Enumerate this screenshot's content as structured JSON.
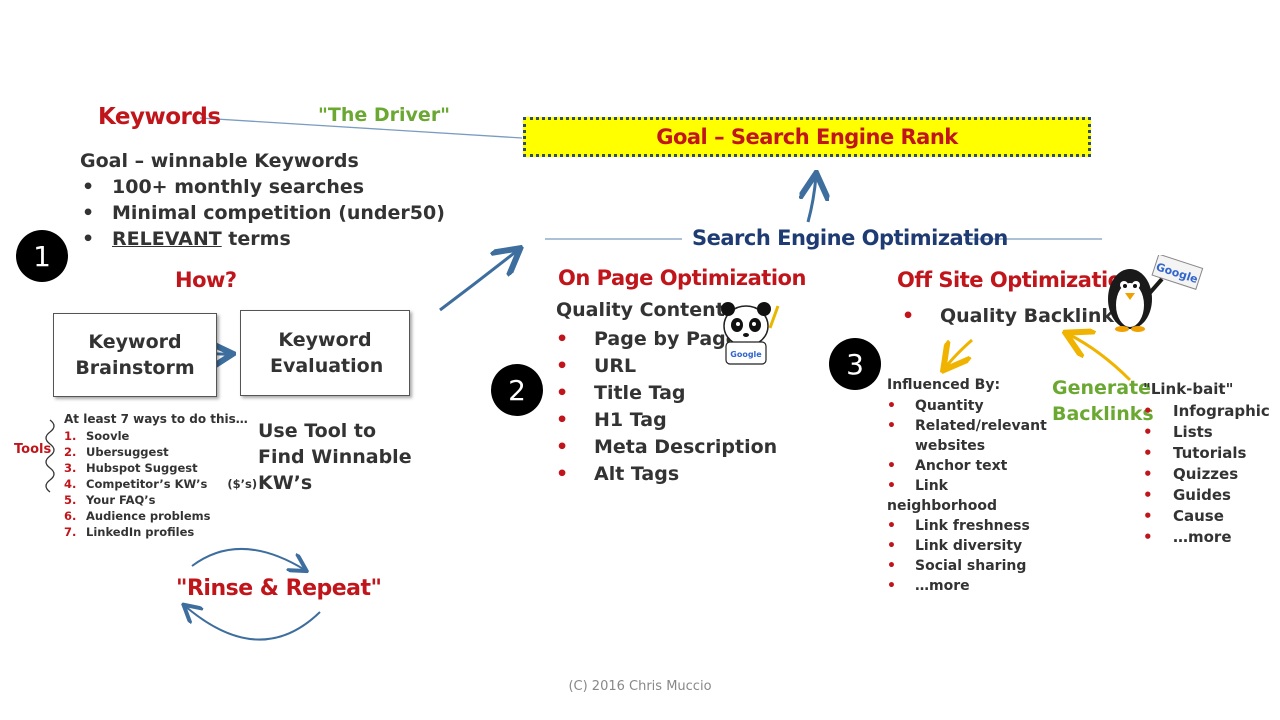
{
  "keywords": {
    "title": "Keywords",
    "driver": "\"The Driver\"",
    "goal_line": "Goal – winnable Keywords",
    "bullets": [
      "100+ monthly searches",
      "Minimal competition (under50)"
    ],
    "relevant_word": "RELEVANT",
    "relevant_rest": " terms",
    "how": "How?",
    "box_brainstorm": "Keyword Brainstorm",
    "box_evaluation": "Keyword Evaluation",
    "ways_header": "At least 7 ways to do this…",
    "tools_label": "Tools",
    "tools": [
      {
        "num": "1.",
        "text": "Soovle"
      },
      {
        "num": "2.",
        "text": "Ubersuggest"
      },
      {
        "num": "3.",
        "text": "Hubspot Suggest"
      },
      {
        "num": "4.",
        "text": "Competitor’s KW’s     ($’s)"
      },
      {
        "num": "5.",
        "text": "Your FAQ’s"
      },
      {
        "num": "6.",
        "text": "Audience problems"
      },
      {
        "num": "7.",
        "text": "LinkedIn profiles"
      }
    ],
    "use_tool": "Use Tool to Find Winnable KW’s",
    "rinse": "\"Rinse & Repeat\""
  },
  "goal_box": "Goal – Search Engine Rank",
  "seo": "Search Engine Optimization",
  "onpage": {
    "title": "On Page Optimization",
    "quality": "Quality Content",
    "items": [
      "Page by Page",
      "URL",
      "Title Tag",
      "H1 Tag",
      "Meta Description",
      "Alt Tags"
    ]
  },
  "offsite": {
    "title": "Off Site Optimization",
    "quality": "Quality Backlinks",
    "influenced": "Influenced By:",
    "influence_items": [
      "Quantity",
      "Related/relevant websites",
      "Anchor text",
      "Link neighborhood",
      "Link freshness",
      "Link diversity",
      "Social sharing",
      "…more"
    ],
    "generate": "Generate Backlinks",
    "linkbait": "\"Link-bait\"",
    "linkbait_items": [
      "Infographic",
      "Lists",
      "Tutorials",
      "Quizzes",
      "Guides",
      "Cause",
      "…more"
    ]
  },
  "badges": [
    "1",
    "2",
    "3"
  ],
  "google_label": "Google",
  "footer": "(C) 2016 Chris Muccio",
  "colors": {
    "red": "#c0151b",
    "green": "#6aa832",
    "navy": "#1f3b73",
    "yellow": "#ffff00",
    "arrow_blue": "#3d6e9e",
    "arrow_gold": "#f0b400"
  }
}
